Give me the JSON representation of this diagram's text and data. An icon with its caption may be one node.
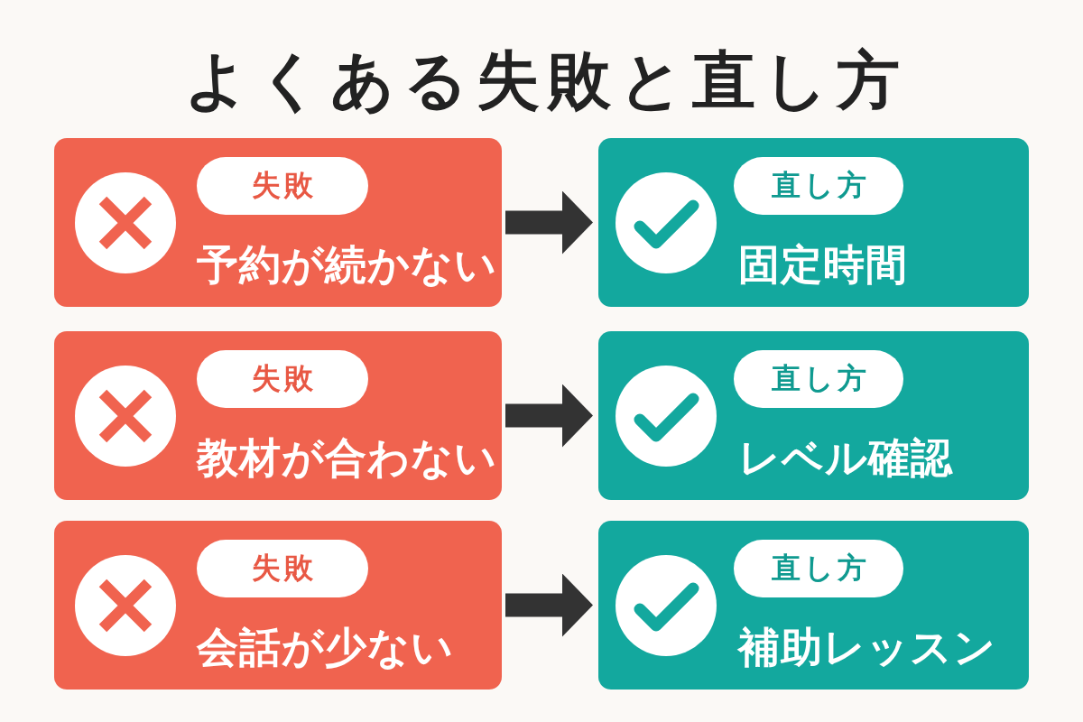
{
  "diagram": {
    "title": "よくある失敗と直し方",
    "nodes": [
      {
        "text": [
          "予約が続かない"
        ]
      },
      {
        "text": [
          "失敗"
        ],
        "in": 0
      },
      {
        "text": [
          "固定時間"
        ]
      },
      {
        "text": [
          "直し方"
        ],
        "in": 2
      },
      {
        "text": [
          "教材が合わない"
        ]
      },
      {
        "text": [
          "失敗"
        ],
        "in": 4
      },
      {
        "text": [
          "レベル確認"
        ]
      },
      {
        "text": [
          "直し方"
        ],
        "in": 6
      },
      {
        "text": [
          "会話が少ない"
        ]
      },
      {
        "text": [
          "失敗"
        ],
        "in": 8
      },
      {
        "text": [
          "補助レッスン"
        ]
      },
      {
        "text": [
          "直し方"
        ],
        "in": 10
      }
    ],
    "edges": [
      {
        "from": 0,
        "to": 2,
        "arrow": "to"
      },
      {
        "from": 4,
        "to": 6,
        "arrow": "to"
      },
      {
        "from": 8,
        "to": 10,
        "arrow": "to"
      }
    ]
  }
}
